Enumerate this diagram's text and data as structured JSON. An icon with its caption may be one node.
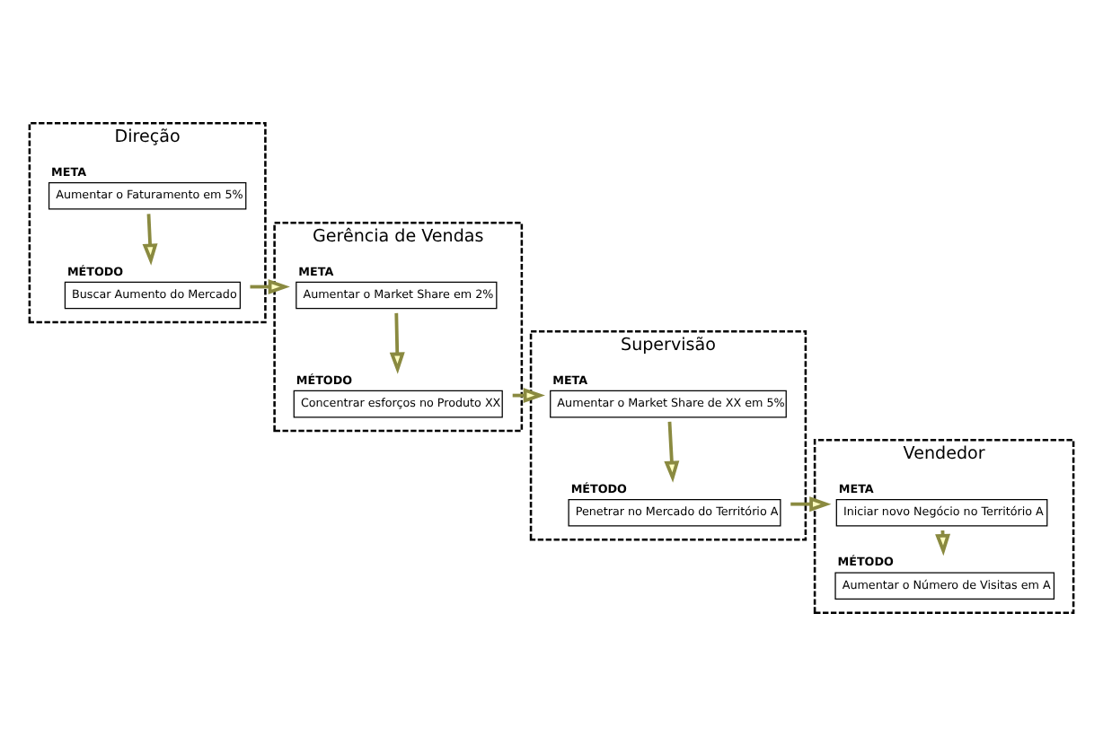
{
  "diagram": {
    "nodes": [
      {
        "text": [
          "Direção"
        ]
      },
      {
        "text": [
          "Gerência de Vendas"
        ]
      },
      {
        "text": [
          "Supervisão"
        ]
      },
      {
        "text": [
          "Vendedor"
        ]
      },
      {
        "text": [
          "META",
          "Aumentar o Faturamento em 5%"
        ],
        "in": 0
      },
      {
        "text": [
          "MÉTODO",
          "Buscar Aumento do Mercado"
        ],
        "in": 0
      },
      {
        "text": [
          "META",
          "Aumentar o Market Share em 2%"
        ],
        "in": 1
      },
      {
        "text": [
          "MÉTODO",
          "Concentrar esforços no Produto XX"
        ],
        "in": 1
      },
      {
        "text": [
          "META",
          "Aumentar o Market Share de XX em 5%"
        ],
        "in": 2
      },
      {
        "text": [
          "MÉTODO",
          "Penetrar no Mercado do Território A"
        ],
        "in": 2
      },
      {
        "text": [
          "META",
          "Iniciar novo Negócio no Território A"
        ],
        "in": 3
      },
      {
        "text": [
          "MÉTODO",
          "Aumentar o Número de Visitas em A"
        ],
        "in": 3
      }
    ],
    "edges": [
      {
        "from": 4,
        "to": 5,
        "arrow": "to"
      },
      {
        "from": 5,
        "to": 6,
        "arrow": "to"
      },
      {
        "from": 6,
        "to": 7,
        "arrow": "to"
      },
      {
        "from": 7,
        "to": 8,
        "arrow": "to"
      },
      {
        "from": 8,
        "to": 9,
        "arrow": "to"
      },
      {
        "from": 9,
        "to": 10,
        "arrow": "to"
      },
      {
        "from": 10,
        "to": 11,
        "arrow": "to"
      }
    ]
  }
}
